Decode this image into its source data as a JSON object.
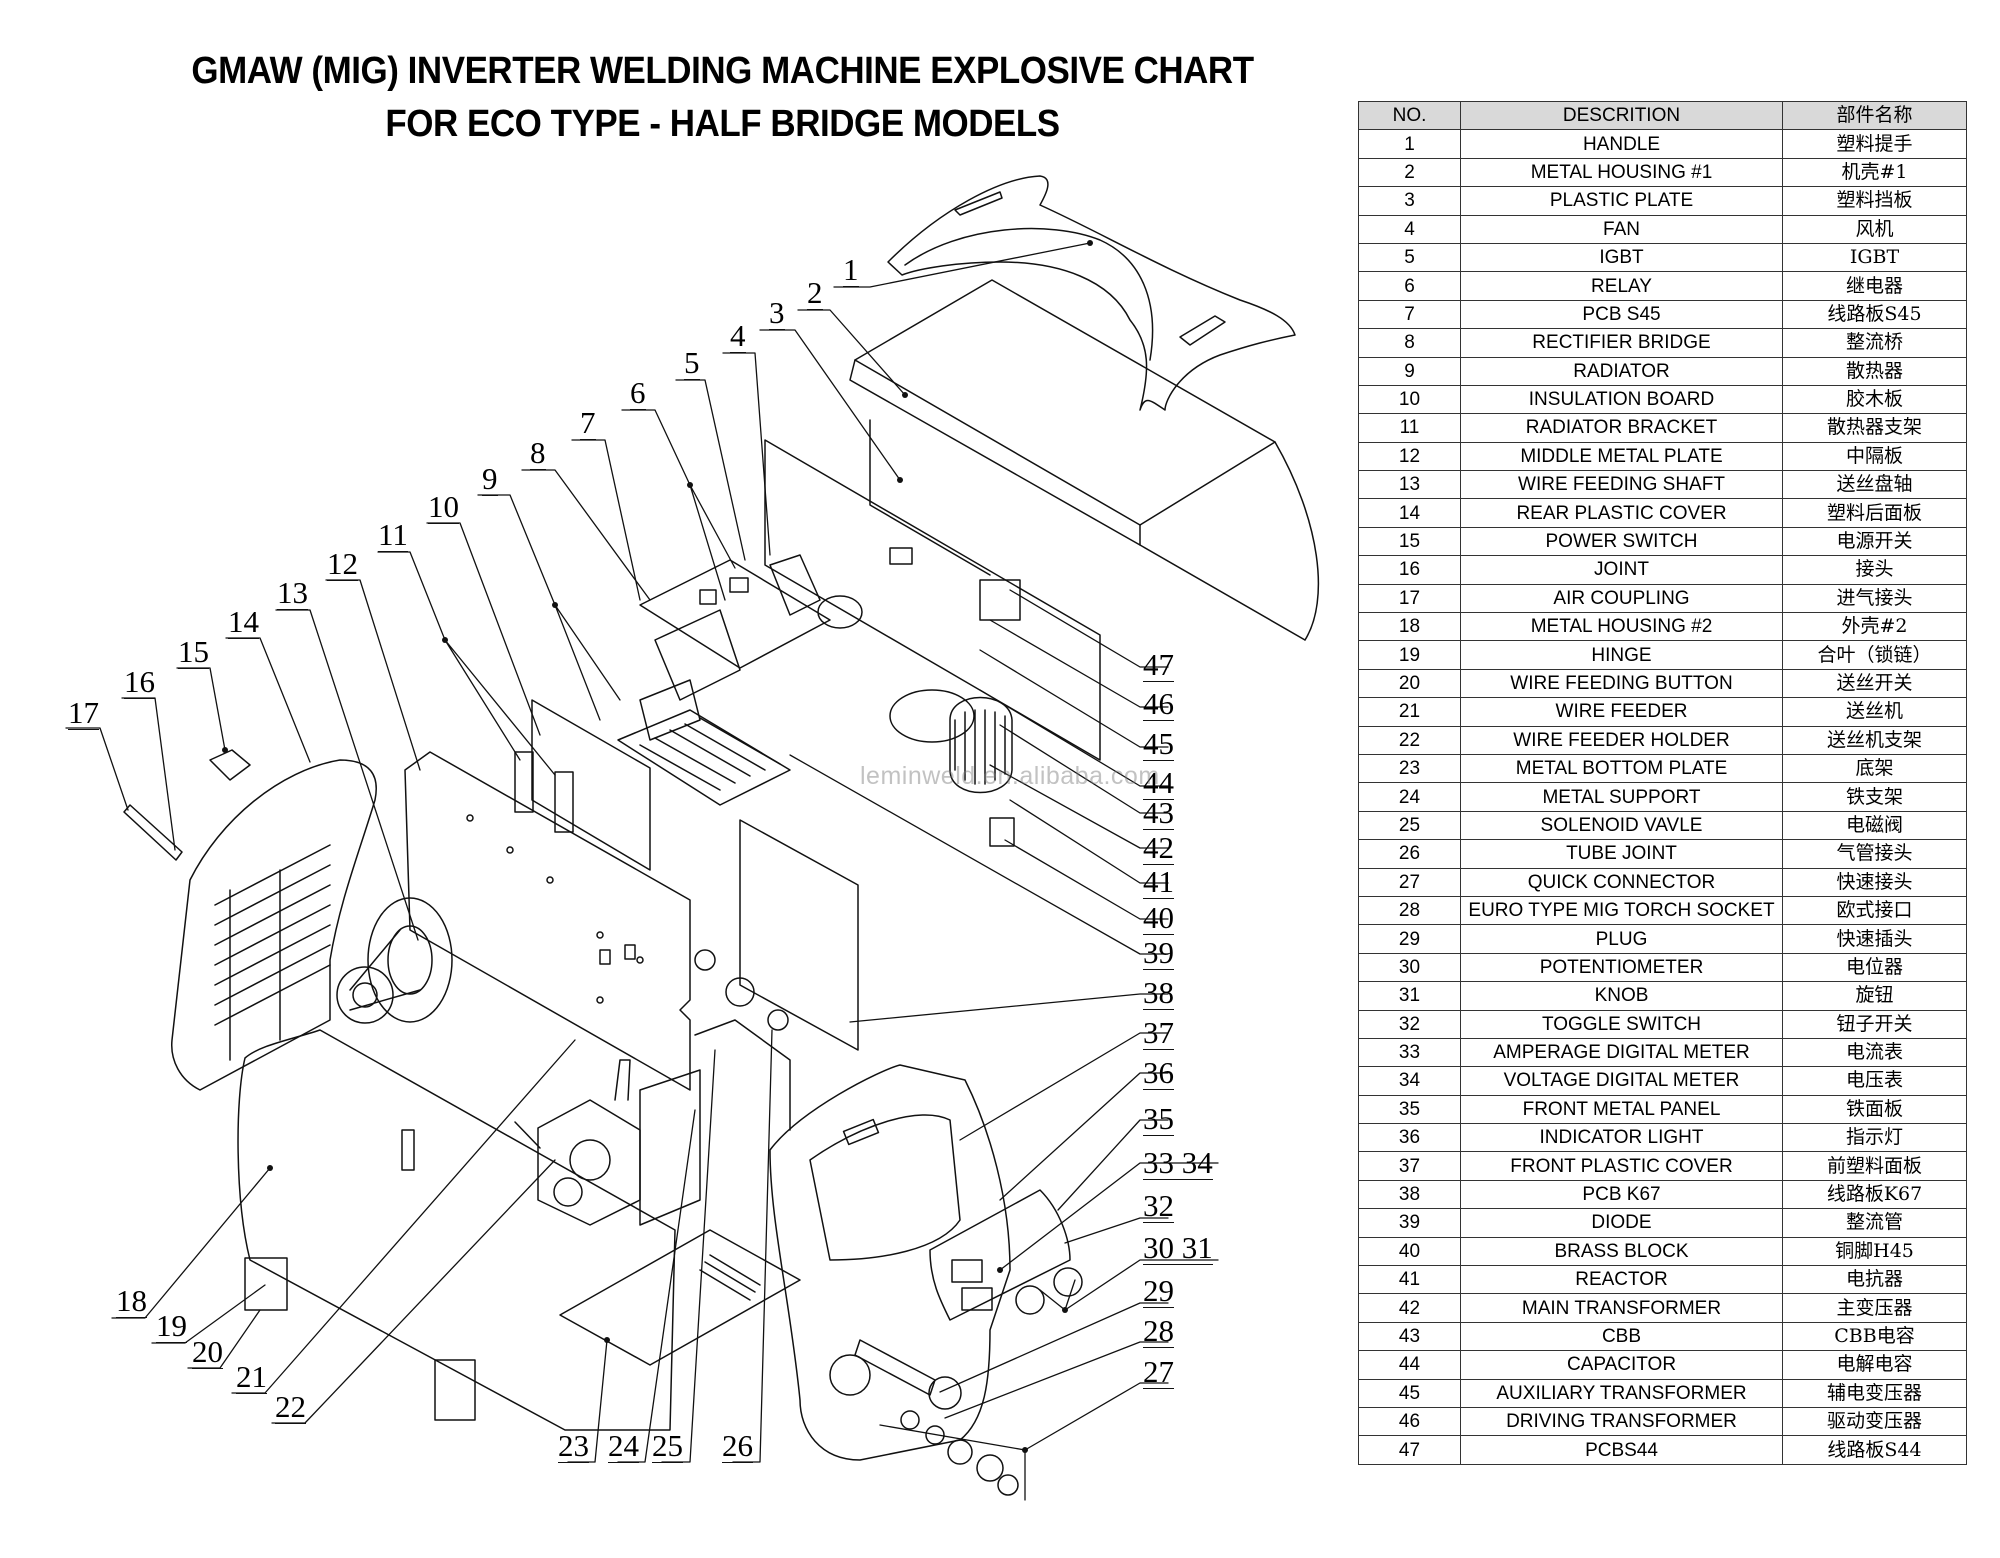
{
  "title": {
    "line1": "GMAW (MIG) INVERTER WELDING MACHINE EXPLOSIVE CHART",
    "line2": "FOR ECO TYPE - HALF BRIDGE MODELS"
  },
  "watermark": "leminweld.en.alibaba.com",
  "diagram": {
    "subject": "exploded view of MIG inverter welding machine",
    "callouts": [
      "1",
      "2",
      "3",
      "4",
      "5",
      "6",
      "7",
      "8",
      "9",
      "10",
      "11",
      "12",
      "13",
      "14",
      "15",
      "16",
      "17",
      "18",
      "19",
      "20",
      "21",
      "22",
      "23",
      "24",
      "25",
      "26",
      "27",
      "28",
      "29",
      "30 31",
      "32",
      "33 34",
      "35",
      "36",
      "37",
      "38",
      "39",
      "40",
      "41",
      "42",
      "43",
      "44",
      "45",
      "46",
      "47"
    ]
  },
  "parts_table": {
    "headers": {
      "no": "NO.",
      "description": "DESCRITION",
      "chinese": "部件名称"
    },
    "rows": [
      {
        "no": "1",
        "description": "HANDLE",
        "chinese": "塑料提手"
      },
      {
        "no": "2",
        "description": "METAL HOUSING #1",
        "chinese": "机壳#1"
      },
      {
        "no": "3",
        "description": "PLASTIC PLATE",
        "chinese": "塑料挡板"
      },
      {
        "no": "4",
        "description": "FAN",
        "chinese": "风机"
      },
      {
        "no": "5",
        "description": "IGBT",
        "chinese": "IGBT"
      },
      {
        "no": "6",
        "description": "RELAY",
        "chinese": "继电器"
      },
      {
        "no": "7",
        "description": "PCB S45",
        "chinese": "线路板S45"
      },
      {
        "no": "8",
        "description": "RECTIFIER BRIDGE",
        "chinese": "整流桥"
      },
      {
        "no": "9",
        "description": "RADIATOR",
        "chinese": "散热器"
      },
      {
        "no": "10",
        "description": "INSULATION BOARD",
        "chinese": "胶木板"
      },
      {
        "no": "11",
        "description": "RADIATOR BRACKET",
        "chinese": "散热器支架"
      },
      {
        "no": "12",
        "description": "MIDDLE METAL PLATE",
        "chinese": "中隔板"
      },
      {
        "no": "13",
        "description": "WIRE FEEDING SHAFT",
        "chinese": "送丝盘轴"
      },
      {
        "no": "14",
        "description": "REAR PLASTIC COVER",
        "chinese": "塑料后面板"
      },
      {
        "no": "15",
        "description": "POWER SWITCH",
        "chinese": "电源开关"
      },
      {
        "no": "16",
        "description": "JOINT",
        "chinese": "接头"
      },
      {
        "no": "17",
        "description": "AIR COUPLING",
        "chinese": "进气接头"
      },
      {
        "no": "18",
        "description": "METAL HOUSING #2",
        "chinese": "外壳#2"
      },
      {
        "no": "19",
        "description": "HINGE",
        "chinese": "合叶（锁链）"
      },
      {
        "no": "20",
        "description": "WIRE FEEDING BUTTON",
        "chinese": "送丝开关"
      },
      {
        "no": "21",
        "description": "WIRE FEEDER",
        "chinese": "送丝机"
      },
      {
        "no": "22",
        "description": "WIRE FEEDER HOLDER",
        "chinese": "送丝机支架"
      },
      {
        "no": "23",
        "description": "METAL BOTTOM PLATE",
        "chinese": "底架"
      },
      {
        "no": "24",
        "description": "METAL SUPPORT",
        "chinese": "铁支架"
      },
      {
        "no": "25",
        "description": "SOLENOID VAVLE",
        "chinese": "电磁阀"
      },
      {
        "no": "26",
        "description": "TUBE JOINT",
        "chinese": "气管接头"
      },
      {
        "no": "27",
        "description": "QUICK CONNECTOR",
        "chinese": "快速接头"
      },
      {
        "no": "28",
        "description": "EURO TYPE MIG TORCH SOCKET",
        "chinese": "欧式接口"
      },
      {
        "no": "29",
        "description": "PLUG",
        "chinese": "快速插头"
      },
      {
        "no": "30",
        "description": "POTENTIOMETER",
        "chinese": "电位器"
      },
      {
        "no": "31",
        "description": "KNOB",
        "chinese": "旋钮"
      },
      {
        "no": "32",
        "description": "TOGGLE SWITCH",
        "chinese": "钮子开关"
      },
      {
        "no": "33",
        "description": "AMPERAGE DIGITAL METER",
        "chinese": "电流表"
      },
      {
        "no": "34",
        "description": "VOLTAGE DIGITAL METER",
        "chinese": "电压表"
      },
      {
        "no": "35",
        "description": "FRONT METAL PANEL",
        "chinese": "铁面板"
      },
      {
        "no": "36",
        "description": "INDICATOR LIGHT",
        "chinese": "指示灯"
      },
      {
        "no": "37",
        "description": "FRONT PLASTIC COVER",
        "chinese": "前塑料面板"
      },
      {
        "no": "38",
        "description": "PCB K67",
        "chinese": "线路板K67"
      },
      {
        "no": "39",
        "description": "DIODE",
        "chinese": "整流管"
      },
      {
        "no": "40",
        "description": "BRASS BLOCK",
        "chinese": "铜脚H45"
      },
      {
        "no": "41",
        "description": "REACTOR",
        "chinese": "电抗器"
      },
      {
        "no": "42",
        "description": "MAIN TRANSFORMER",
        "chinese": "主变压器"
      },
      {
        "no": "43",
        "description": "CBB",
        "chinese": "CBB电容"
      },
      {
        "no": "44",
        "description": "CAPACITOR",
        "chinese": "电解电容"
      },
      {
        "no": "45",
        "description": "AUXILIARY TRANSFORMER",
        "chinese": "辅电变压器"
      },
      {
        "no": "46",
        "description": "DRIVING TRANSFORMER",
        "chinese": "驱动变压器"
      },
      {
        "no": "47",
        "description": "PCBS44",
        "chinese": "线路板S44"
      }
    ]
  }
}
